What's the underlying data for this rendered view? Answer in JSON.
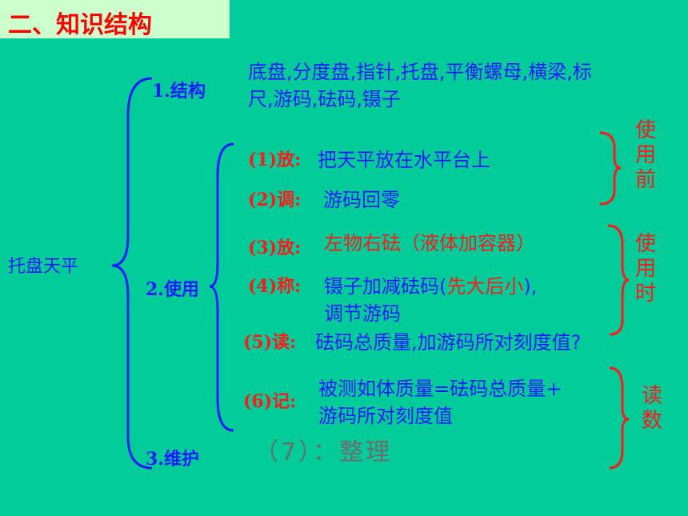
{
  "title": "二、知识结构",
  "root": "托盘天平",
  "sections": {
    "structure": {
      "label": "1.结构",
      "line1": "底盘,分度盘,指针,托盘,平衡螺母,横梁,标",
      "line2": "尺,游码,砝码,镊子"
    },
    "usage": {
      "label": "2.使用",
      "steps": [
        {
          "label": "(1)放:",
          "text": "把天平放在水平台上"
        },
        {
          "label": "(2)调:",
          "text": "游码回零"
        },
        {
          "label": "(3)放:",
          "text": "左物右砝（液体加容器）"
        },
        {
          "label": "(4)称:",
          "text_a": "镊子加减砝码(",
          "text_b": "先大后小",
          "text_c": "),",
          "text_line2": "调节游码"
        },
        {
          "label": "(5)读:",
          "text": "砝码总质量,加游码所对刻度值?"
        },
        {
          "label": "(6)记:",
          "text": "被测如体质量=砝码总质量+",
          "text_line2": "游码所对刻度值"
        }
      ]
    },
    "maintenance": {
      "label": "3.维护",
      "step7": "（7）：整理"
    }
  },
  "side_groups": {
    "before_use": "使用前",
    "during_use": "使用时",
    "reading": "读数"
  },
  "colors": {
    "background": "#00cc99",
    "title_bg": "#ccffcc",
    "title_text": "#ff0000",
    "blue": "#1a1aff",
    "red": "#ff1a1a",
    "grey": "#6d6d6d"
  }
}
